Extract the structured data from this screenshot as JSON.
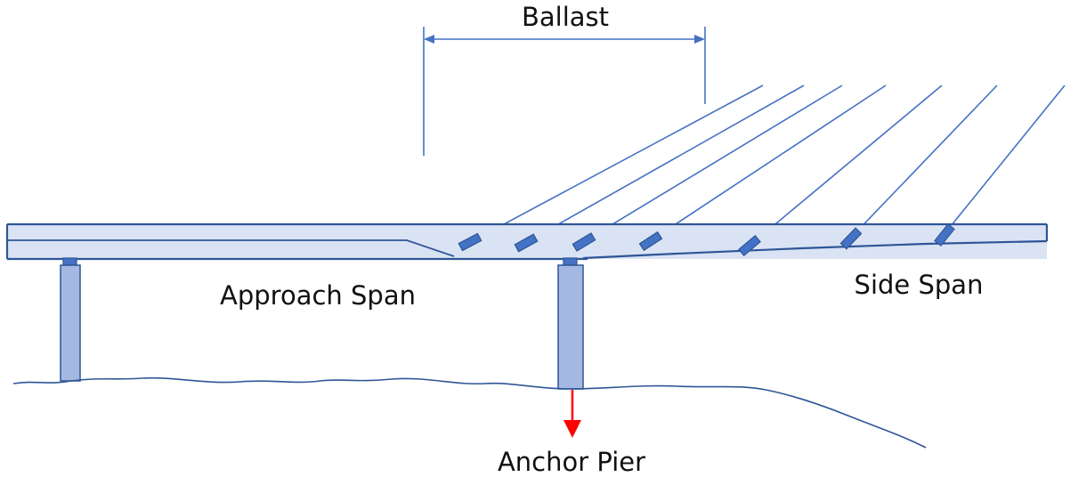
{
  "labels": {
    "ballast": "Ballast",
    "approach_span": "Approach Span",
    "side_span": "Side Span",
    "anchor_pier": "Anchor Pier"
  },
  "colors": {
    "outline": "#2f5597",
    "line": "#4472c4",
    "fill": "#dae3f3",
    "pier_fill": "#a4b9e2",
    "anchor_block": "#4472c4",
    "arrow": "#ff0000",
    "text": "#111111"
  }
}
